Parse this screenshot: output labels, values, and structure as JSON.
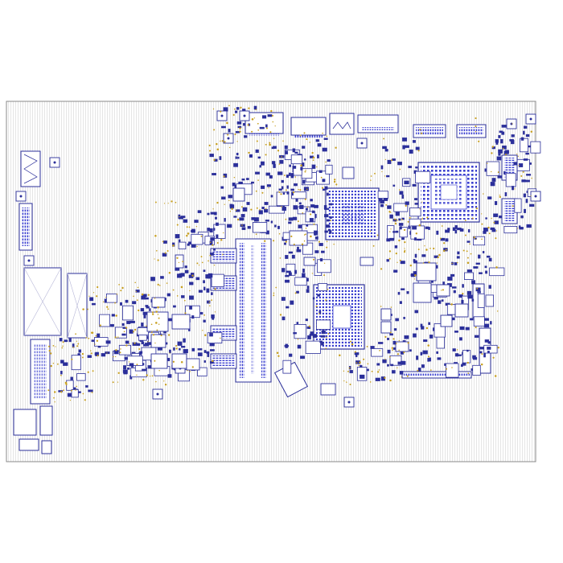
{
  "board": {
    "colors": {
      "outline": "#8a8a8a",
      "trace": "#c4c4c4",
      "component": "#2b2f9a",
      "pad": "#3a3fcf",
      "testpoint": "#c8a020",
      "background": "#ffffff"
    },
    "chips": [
      {
        "name": "bga-chip-upper-center",
        "ball_grid": true
      },
      {
        "name": "bga-chip-upper-right",
        "ball_grid": true
      },
      {
        "name": "bga-chip-lower-center",
        "ball_grid": true
      }
    ],
    "connectors": [
      {
        "name": "connector-top-1"
      },
      {
        "name": "connector-top-2"
      },
      {
        "name": "connector-top-3"
      },
      {
        "name": "connector-top-4"
      },
      {
        "name": "connector-left-1"
      },
      {
        "name": "connector-left-2"
      },
      {
        "name": "connector-left-3"
      },
      {
        "name": "connector-left-4"
      },
      {
        "name": "connector-bottom-left"
      },
      {
        "name": "connector-right-1"
      },
      {
        "name": "connector-right-2"
      },
      {
        "name": "connector-right-3"
      }
    ],
    "memory_slot": {
      "name": "memory-slot"
    }
  }
}
